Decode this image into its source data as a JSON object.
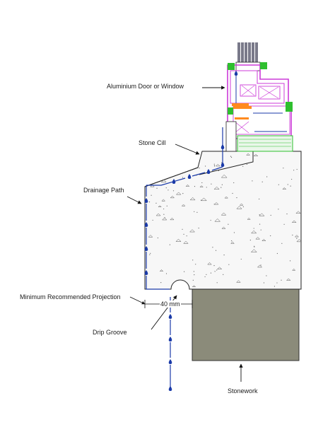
{
  "labels": {
    "window": "Aluminium Door or Window",
    "cill": "Stone Cill",
    "drainage": "Drainage Path",
    "projection": "Minimum Recommended Projection",
    "dimension": "40 mm",
    "groove": "Drip Groove",
    "stonework": "Stonework"
  },
  "colors": {
    "concrete_fill": "#f7f7f7",
    "stonework_fill": "#8b8b7a",
    "drainage": "#1a3aa8",
    "frame_magenta": "#cc3ad8",
    "frame_green": "#2fbf2f",
    "frame_orange": "#ff8a1f",
    "glass_gray": "#7a7a8a"
  }
}
